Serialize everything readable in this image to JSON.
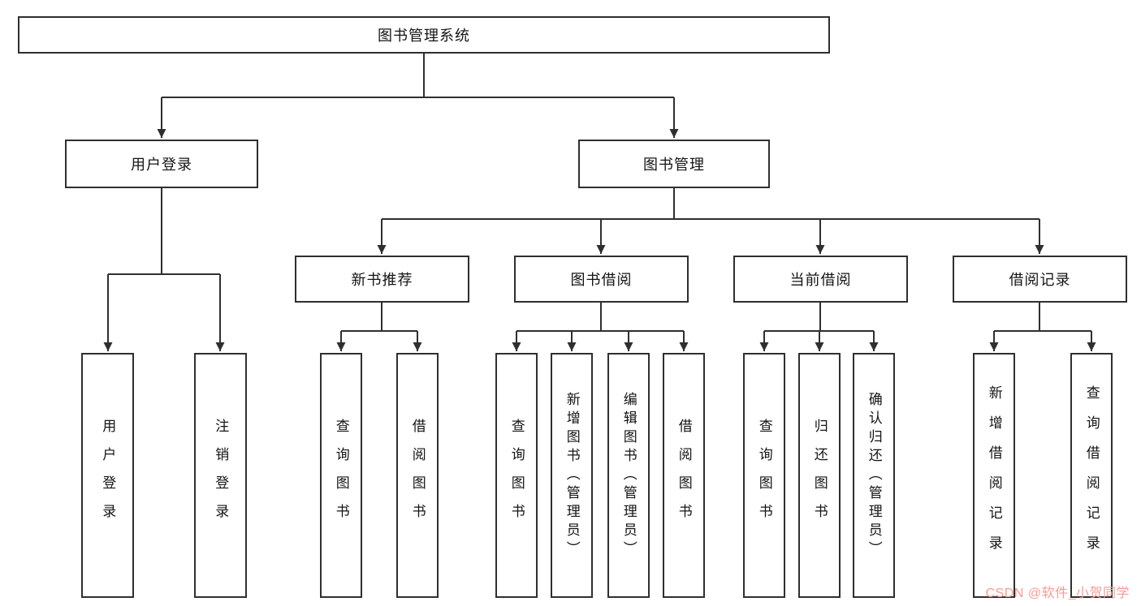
{
  "diagram": {
    "root": "图书管理系统",
    "level2": {
      "user_login": "用户登录",
      "book_management": "图书管理"
    },
    "level3": {
      "new_books": "新书推荐",
      "borrowing": "图书借阅",
      "current_borrow": "当前借阅",
      "borrow_records": "借阅记录"
    },
    "leaves": {
      "user_login": [
        "用户登录",
        "注销登录"
      ],
      "new_books": [
        "查询图书",
        "借阅图书"
      ],
      "borrowing": [
        "查询图书",
        "新增图书（管理员）",
        "编辑图书（管理员）",
        "借阅图书"
      ],
      "current_borrow": [
        "查询图书",
        "归还图书",
        "确认归还（管理员）"
      ],
      "borrow_records": [
        "新增借阅记录",
        "查询借阅记录"
      ]
    },
    "line_color": "#2f2f2f"
  },
  "watermark": {
    "text": "CSDN @软件_小贺同学",
    "color": "#f79b95"
  }
}
